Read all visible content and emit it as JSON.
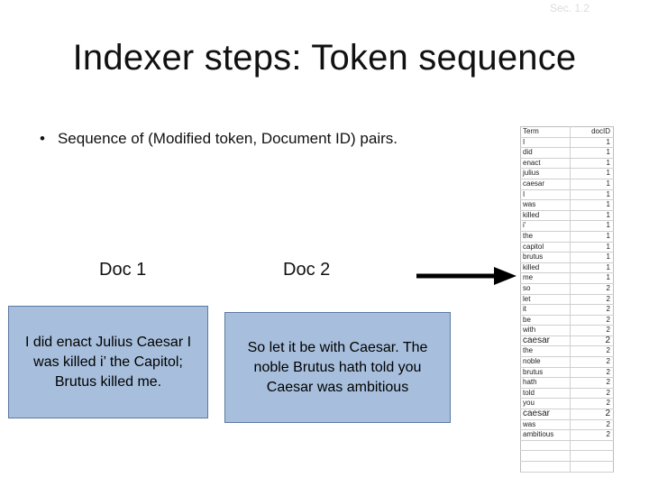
{
  "slide": {
    "number": "Sec. 1.2",
    "title": "Indexer steps: Token sequence",
    "bullet": "Sequence of (Modified token, Document ID) pairs."
  },
  "docs": [
    {
      "label": "Doc 1",
      "text": "I did enact Julius Caesar I was killed i’ the Capitol; Brutus killed me."
    },
    {
      "label": "Doc 2",
      "text": "So let it be with Caesar. The noble Brutus hath told you Caesar was ambitious"
    }
  ],
  "colors": {
    "doc_box": "#a7bfdc",
    "arrow": "#000000"
  },
  "table": {
    "headers": [
      "Term",
      "docID"
    ],
    "rows": [
      [
        "I",
        "1"
      ],
      [
        "did",
        "1"
      ],
      [
        "enact",
        "1"
      ],
      [
        "julius",
        "1"
      ],
      [
        "caesar",
        "1"
      ],
      [
        "I",
        "1"
      ],
      [
        "was",
        "1"
      ],
      [
        "killed",
        "1"
      ],
      [
        "i'",
        "1"
      ],
      [
        "the",
        "1"
      ],
      [
        "capitol",
        "1"
      ],
      [
        "brutus",
        "1"
      ],
      [
        "killed",
        "1"
      ],
      [
        "me",
        "1"
      ],
      [
        "so",
        "2"
      ],
      [
        "let",
        "2"
      ],
      [
        "it",
        "2"
      ],
      [
        "be",
        "2"
      ],
      [
        "with",
        "2"
      ],
      [
        "caesar",
        "2"
      ],
      [
        "the",
        "2"
      ],
      [
        "noble",
        "2"
      ],
      [
        "brutus",
        "2"
      ],
      [
        "hath",
        "2"
      ],
      [
        "told",
        "2"
      ],
      [
        "you",
        "2"
      ],
      [
        "caesar",
        "2"
      ],
      [
        "was",
        "2"
      ],
      [
        "ambitious",
        "2"
      ],
      [
        "",
        ""
      ],
      [
        "",
        ""
      ],
      [
        "",
        ""
      ]
    ]
  }
}
